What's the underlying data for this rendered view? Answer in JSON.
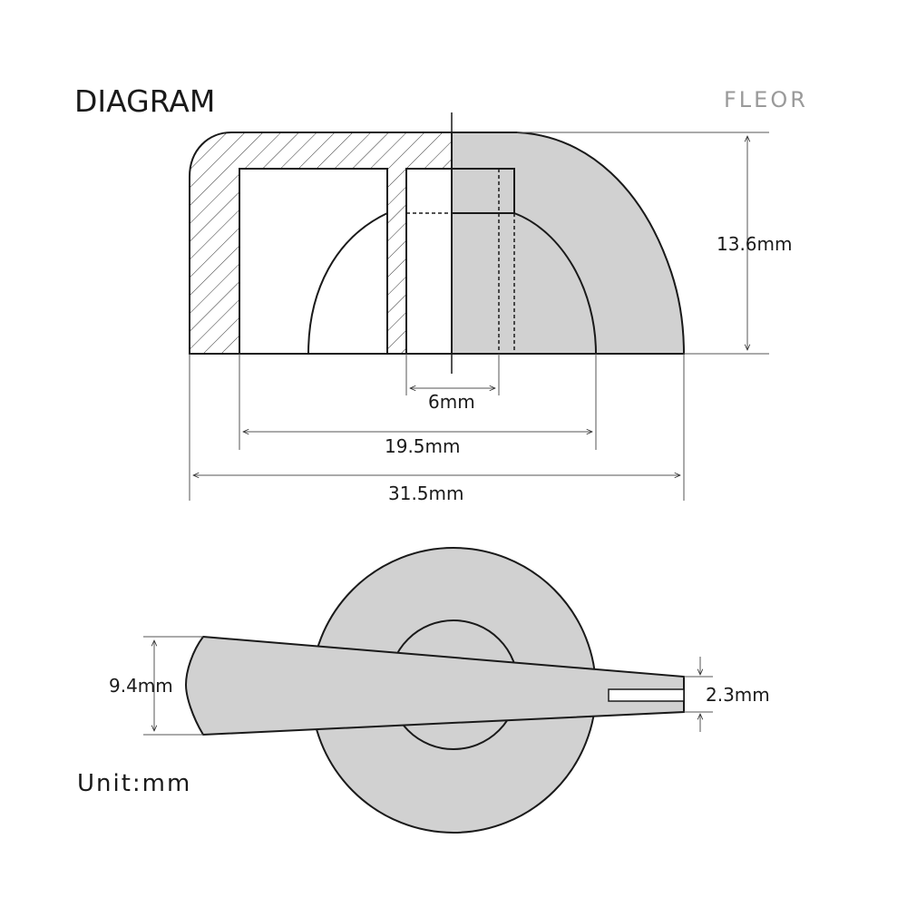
{
  "title": "DIAGRAM",
  "brand": "FLEOR",
  "unit_note": "Unit:mm",
  "dimensions": {
    "height": "13.6mm",
    "shaft_hole": "6mm",
    "inner_diameter": "19.5mm",
    "outer_diameter": "31.5mm",
    "pointer_width": "9.4mm",
    "pointer_line_width": "2.3mm"
  },
  "colors": {
    "fill_gray": "#d1d1d1",
    "line": "#1a1a1a",
    "brand_gray": "#9a9a9a"
  }
}
